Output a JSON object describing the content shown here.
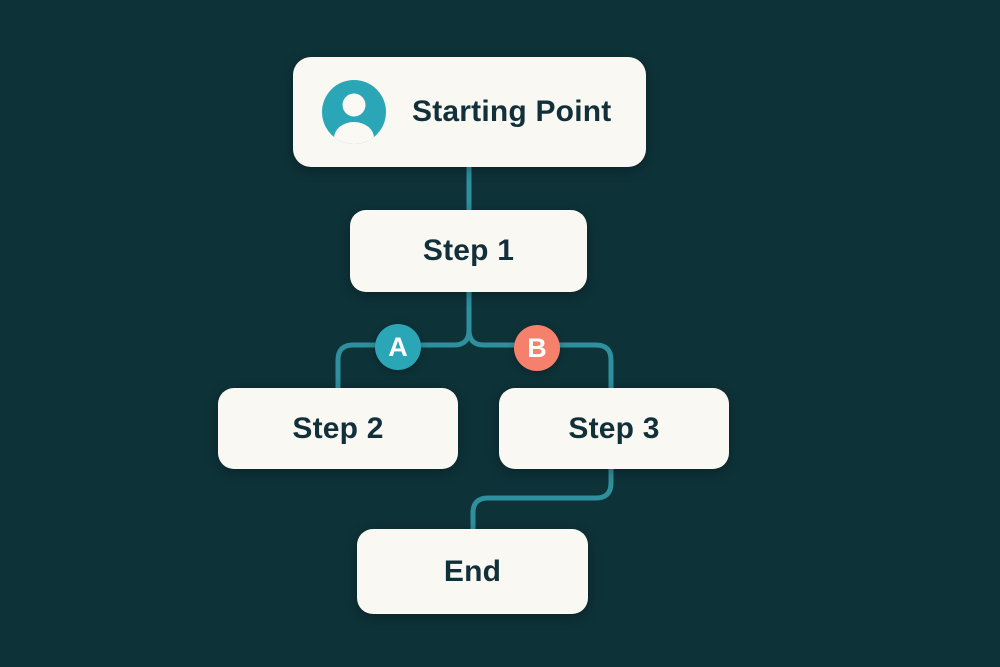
{
  "diagram": {
    "type": "flowchart",
    "colors": {
      "background": "#0D3238",
      "connector": "#2E8F9E",
      "node_fill": "#FAF8F2",
      "node_text": "#12303A",
      "branch_a_fill": "#2BA6B6",
      "branch_b_fill": "#F5816C",
      "avatar_fill": "#2BA6B6",
      "branch_letter_text": "#FFFFFF"
    },
    "nodes": {
      "start": {
        "label": "Starting Point",
        "icon": "user-avatar-icon"
      },
      "step1": {
        "label": "Step 1"
      },
      "step2": {
        "label": "Step 2"
      },
      "step3": {
        "label": "Step 3"
      },
      "end": {
        "label": "End"
      }
    },
    "branches": {
      "a": {
        "label": "A"
      },
      "b": {
        "label": "B"
      }
    },
    "edges": [
      {
        "from": "Starting Point",
        "to": "Step 1"
      },
      {
        "from": "Step 1",
        "to": "Step 2",
        "branch": "A"
      },
      {
        "from": "Step 1",
        "to": "Step 3",
        "branch": "B"
      },
      {
        "from": "Step 3",
        "to": "End"
      }
    ]
  }
}
